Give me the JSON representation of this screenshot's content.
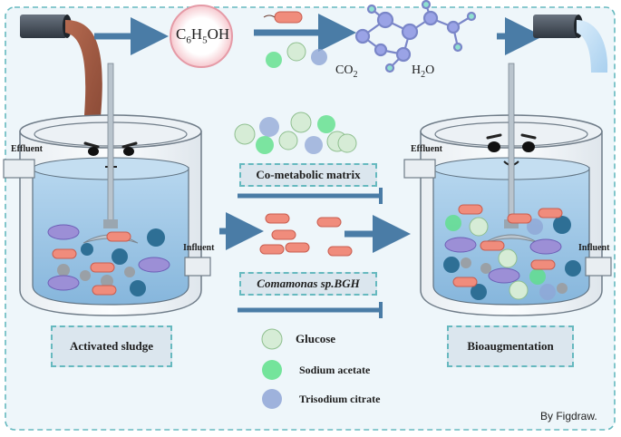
{
  "formula": {
    "main": "C",
    "sub1": "6",
    "mid": "H",
    "sub2": "5",
    "tail": "OH"
  },
  "products": {
    "co2_main": "CO",
    "co2_sub": "2",
    "h2o_pre": "H",
    "h2o_sub": "2",
    "h2o_post": "O"
  },
  "tanks": {
    "left": {
      "effluent": "Effluent",
      "influent": "Influent",
      "title": "Activated sludge"
    },
    "right": {
      "effluent": "Effluent",
      "influent": "Influent",
      "title": "Bioaugmentation"
    }
  },
  "middle": {
    "matrix_label": "Co-metabolic matrix",
    "strain_label": "Comamonas sp.BGH"
  },
  "legend": [
    {
      "label": "Glucose",
      "color": "#d6ecd6"
    },
    {
      "label": "Sodium acetate",
      "color": "#5ee08a"
    },
    {
      "label": "Trisodium citrate",
      "color": "#8fa6d6"
    }
  ],
  "credit": "By Figdraw.",
  "colors": {
    "frame": "#66b9bf",
    "arrow": "#4a7ca6",
    "water": "#9ec7e6",
    "bacteria": "#f08c7c",
    "microbe_dark": "#2e6f95",
    "aggregate": "#9c8fd6"
  }
}
